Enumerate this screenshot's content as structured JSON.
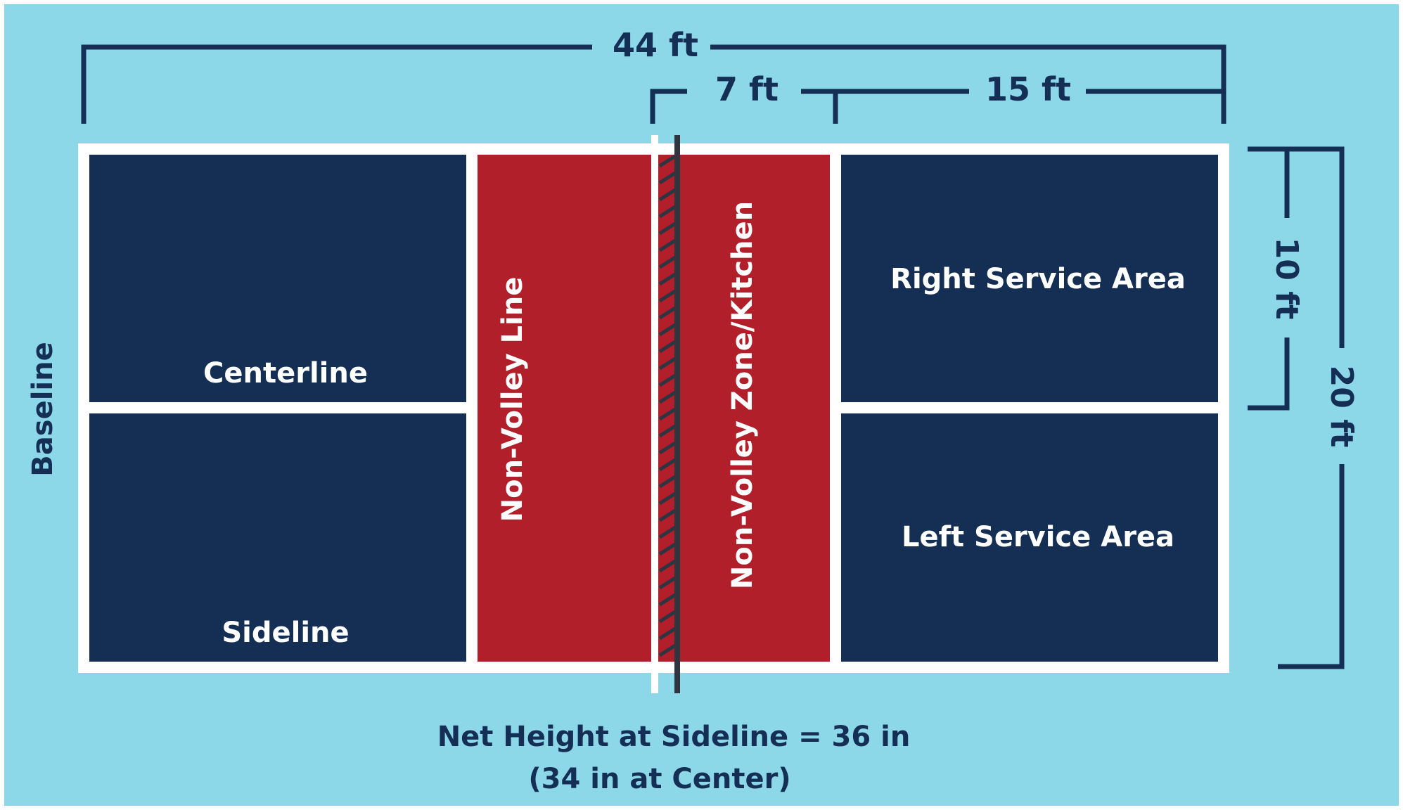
{
  "colors": {
    "background": "#8dd8e8",
    "court": "#152f54",
    "kitchen": "#b01f2a",
    "lines": "#ffffff",
    "dimension": "#152f54",
    "net": "#2e3440"
  },
  "dimensions": {
    "total_length": "44 ft",
    "kitchen_depth": "7 ft",
    "service_depth": "15 ft",
    "service_width": "10 ft",
    "court_width": "20 ft"
  },
  "labels": {
    "baseline": "Baseline",
    "centerline": "Centerline",
    "sideline": "Sideline",
    "non_volley_line": "Non-Volley Line",
    "non_volley_zone": "Non-Volley Zone/Kitchen",
    "right_service_area": "Right Service Area",
    "left_service_area": "Left Service Area"
  },
  "net_note": {
    "line1": "Net Height at Sideline = 36 in",
    "line2": "(34 in at Center)"
  }
}
